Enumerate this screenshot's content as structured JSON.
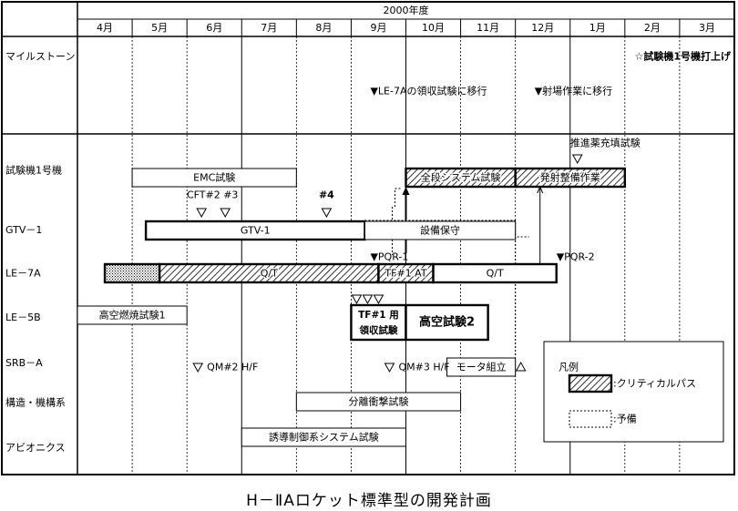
{
  "chart_data": {
    "type": "gantt",
    "year_label": "2000年度",
    "months": [
      "4月",
      "5月",
      "6月",
      "7月",
      "8月",
      "9月",
      "10月",
      "11月",
      "12月",
      "1月",
      "2月",
      "3月"
    ],
    "rows": [
      {
        "id": "milestone",
        "label": "マイルストーン"
      },
      {
        "id": "testunit1",
        "label": "試験機1号機"
      },
      {
        "id": "gtv1",
        "label": "GTV－1"
      },
      {
        "id": "le7a",
        "label": "LE－7A"
      },
      {
        "id": "le5b",
        "label": "LE－5B"
      },
      {
        "id": "srba",
        "label": "SRB－A"
      },
      {
        "id": "structure",
        "label": "構造・機構系"
      },
      {
        "id": "avionics",
        "label": "アビオニクス"
      }
    ],
    "bars": [
      {
        "row": "testunit1",
        "label": "EMC試験",
        "start": 1.0,
        "end": 4.0,
        "style": "plain"
      },
      {
        "row": "testunit1",
        "label": "全段システム試験",
        "start": 6.0,
        "end": 8.0,
        "style": "critical"
      },
      {
        "row": "testunit1",
        "label": "発射整備作業",
        "start": 8.0,
        "end": 10.0,
        "style": "critical"
      },
      {
        "row": "gtv1",
        "label": "GTV-1",
        "start": 1.25,
        "end": 5.25,
        "style": "bold"
      },
      {
        "row": "gtv1",
        "label": "設備保守",
        "start": 5.25,
        "end": 8.0,
        "style": "plain"
      },
      {
        "row": "le7a",
        "label": "",
        "start": 0.5,
        "end": 1.5,
        "style": "dotted-fill"
      },
      {
        "row": "le7a",
        "label": "Q/T",
        "start": 1.5,
        "end": 5.5,
        "style": "critical"
      },
      {
        "row": "le7a",
        "label": "TF#1 AT",
        "start": 5.5,
        "end": 6.5,
        "style": "critical"
      },
      {
        "row": "le7a",
        "label": "Q/T",
        "start": 6.5,
        "end": 8.75,
        "style": "bold"
      },
      {
        "row": "le5b",
        "label": "高空燃焼試験1",
        "start": 0.0,
        "end": 2.0,
        "style": "plain"
      },
      {
        "row": "le5b",
        "label": "TF#1 用",
        "label2": "領収試験",
        "start": 5.0,
        "end": 6.0,
        "style": "bold"
      },
      {
        "row": "le5b",
        "label": "高空試験2",
        "start": 6.0,
        "end": 7.5,
        "style": "bold"
      },
      {
        "row": "srba",
        "label": "モータ組立",
        "start": 6.75,
        "end": 8.0,
        "style": "plain"
      },
      {
        "row": "structure",
        "label": "分離衝撃試験",
        "start": 4.0,
        "end": 7.0,
        "style": "plain"
      },
      {
        "row": "avionics",
        "label": "誘導制御系システム試験",
        "start": 3.0,
        "end": 6.0,
        "style": "plain"
      }
    ],
    "milestones": [
      {
        "row": "milestone",
        "label": "▼LE-7Aの領収試験に移行",
        "at": 5.35
      },
      {
        "row": "milestone",
        "label": "▼射場作業に移行",
        "at": 8.35
      },
      {
        "row": "milestone",
        "label": "☆試験機1号機打上げ",
        "at": 9.85
      },
      {
        "row": "testunit1",
        "label": "推進薬充填試験",
        "at": 9.0
      },
      {
        "row": "testunit1",
        "label": "CFT#2 #3",
        "at": 2.3
      },
      {
        "row": "testunit1",
        "label": "#4",
        "at": 4.55
      },
      {
        "row": "le7a",
        "label": "▼PQR-1",
        "at": 5.35
      },
      {
        "row": "le7a",
        "label": "▼PQR-2",
        "at": 8.75
      },
      {
        "row": "srba",
        "label": "QM#2 H/F",
        "at": 2.2
      },
      {
        "row": "srba",
        "label": "QM#3 H/F",
        "at": 5.7
      }
    ],
    "legend": {
      "title": "凡例",
      "critical_label": ":クリティカルパス",
      "reserve_label": ":予備"
    },
    "caption": "H－ⅡAロケット標準型の開発計画"
  }
}
